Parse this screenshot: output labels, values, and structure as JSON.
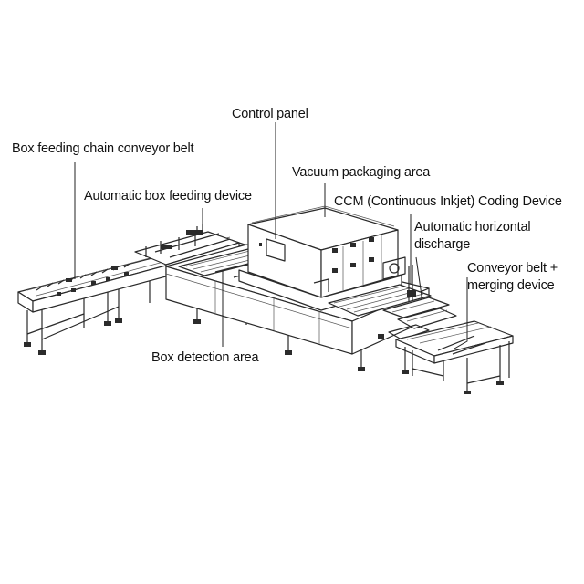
{
  "diagram": {
    "labels": {
      "control_panel": "Control panel",
      "box_feeding_chain": "Box feeding chain conveyor belt",
      "vacuum_packaging": "Vacuum packaging area",
      "auto_box_feeding": "Automatic box feeding device",
      "ccm_coding": "CCM (Continuous Inkjet) Coding Device",
      "auto_horizontal_line1": "Automatic horizontal",
      "auto_horizontal_line2": "discharge",
      "conveyor_merge_line1": "Conveyor belt +",
      "conveyor_merge_line2": "merging device",
      "box_detection": "Box detection area"
    }
  }
}
